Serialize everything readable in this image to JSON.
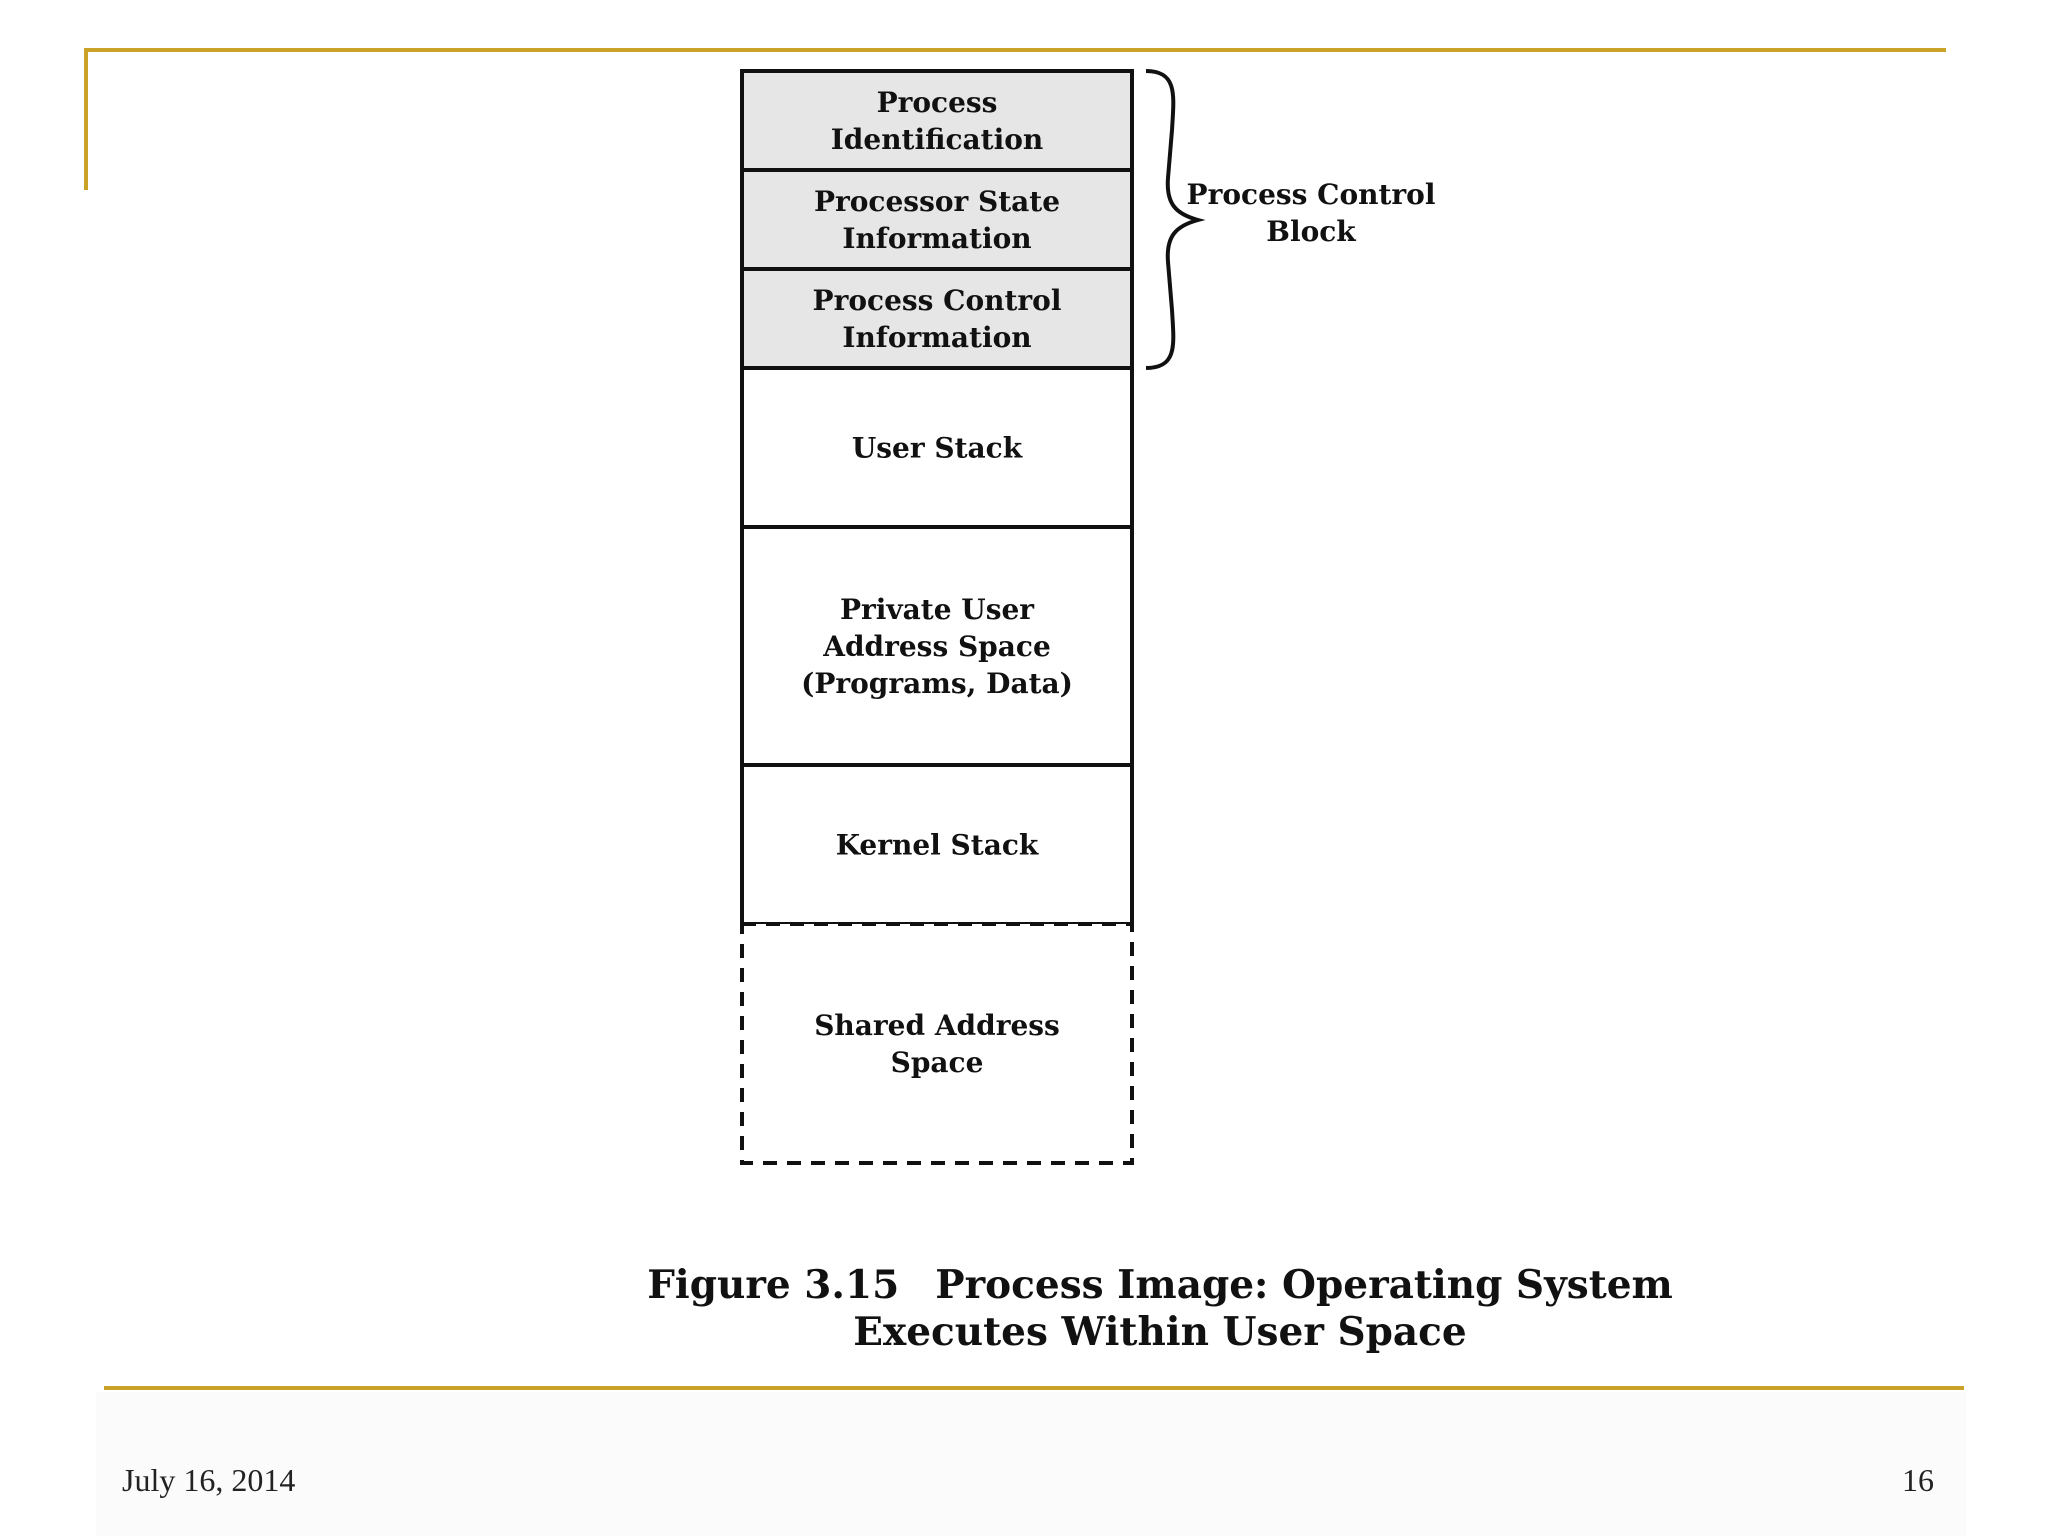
{
  "figure": {
    "segments": [
      {
        "lines": [
          "Process",
          "Identification"
        ],
        "shaded": true,
        "dashed": false
      },
      {
        "lines": [
          "Processor State",
          "Information"
        ],
        "shaded": true,
        "dashed": false
      },
      {
        "lines": [
          "Process Control",
          "Information"
        ],
        "shaded": true,
        "dashed": false
      },
      {
        "lines": [
          "User Stack"
        ],
        "shaded": false,
        "dashed": false
      },
      {
        "lines": [
          "Private User",
          "Address Space",
          "(Programs, Data)"
        ],
        "shaded": false,
        "dashed": false
      },
      {
        "lines": [
          "Kernel Stack"
        ],
        "shaded": false,
        "dashed": false
      },
      {
        "lines": [
          "Shared Address",
          "Space"
        ],
        "shaded": false,
        "dashed": true
      }
    ],
    "brace_label": [
      "Process Control",
      "Block"
    ],
    "caption_number": "Figure 3.15",
    "caption_title_line1": "Process Image: Operating System",
    "caption_title_line2": "Executes Within User Space"
  },
  "footer": {
    "date": "July 16, 2014",
    "page_number": "16"
  },
  "colors": {
    "accent": "#c9a227",
    "shaded_fill": "#e6e6e6",
    "stroke": "#111111"
  }
}
